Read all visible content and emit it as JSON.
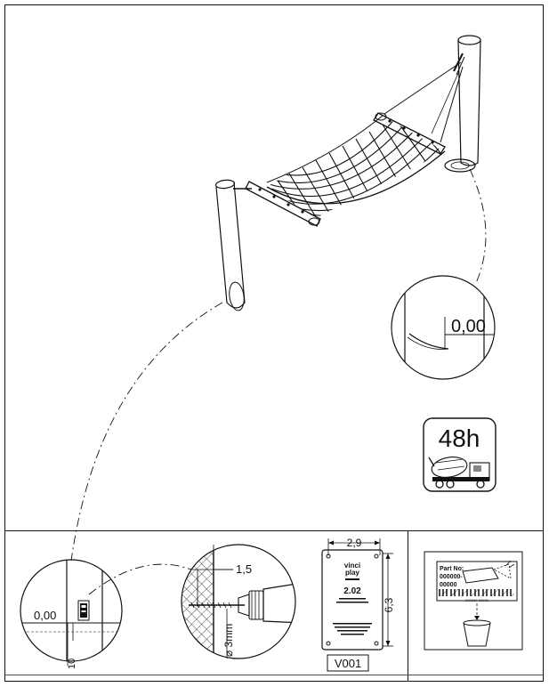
{
  "upper_panel": {
    "level_label": "0,00",
    "curing_time": "48h"
  },
  "lower_left_panel": {
    "level_label": "0,00",
    "depth_label": "10"
  },
  "drill_detail": {
    "depth_label": "1,5",
    "diameter_label": "⌀ 3mm"
  },
  "plate": {
    "width_label": "2,9",
    "height_label": "6,3",
    "logo_line1": "vinci",
    "logo_line2": "play",
    "version": "2.02",
    "code": "V001"
  },
  "tag": {
    "part_label": "Part No:",
    "part_number_1": "000000-",
    "part_number_2": "00000",
    "barcode_text": "000000-00000"
  }
}
